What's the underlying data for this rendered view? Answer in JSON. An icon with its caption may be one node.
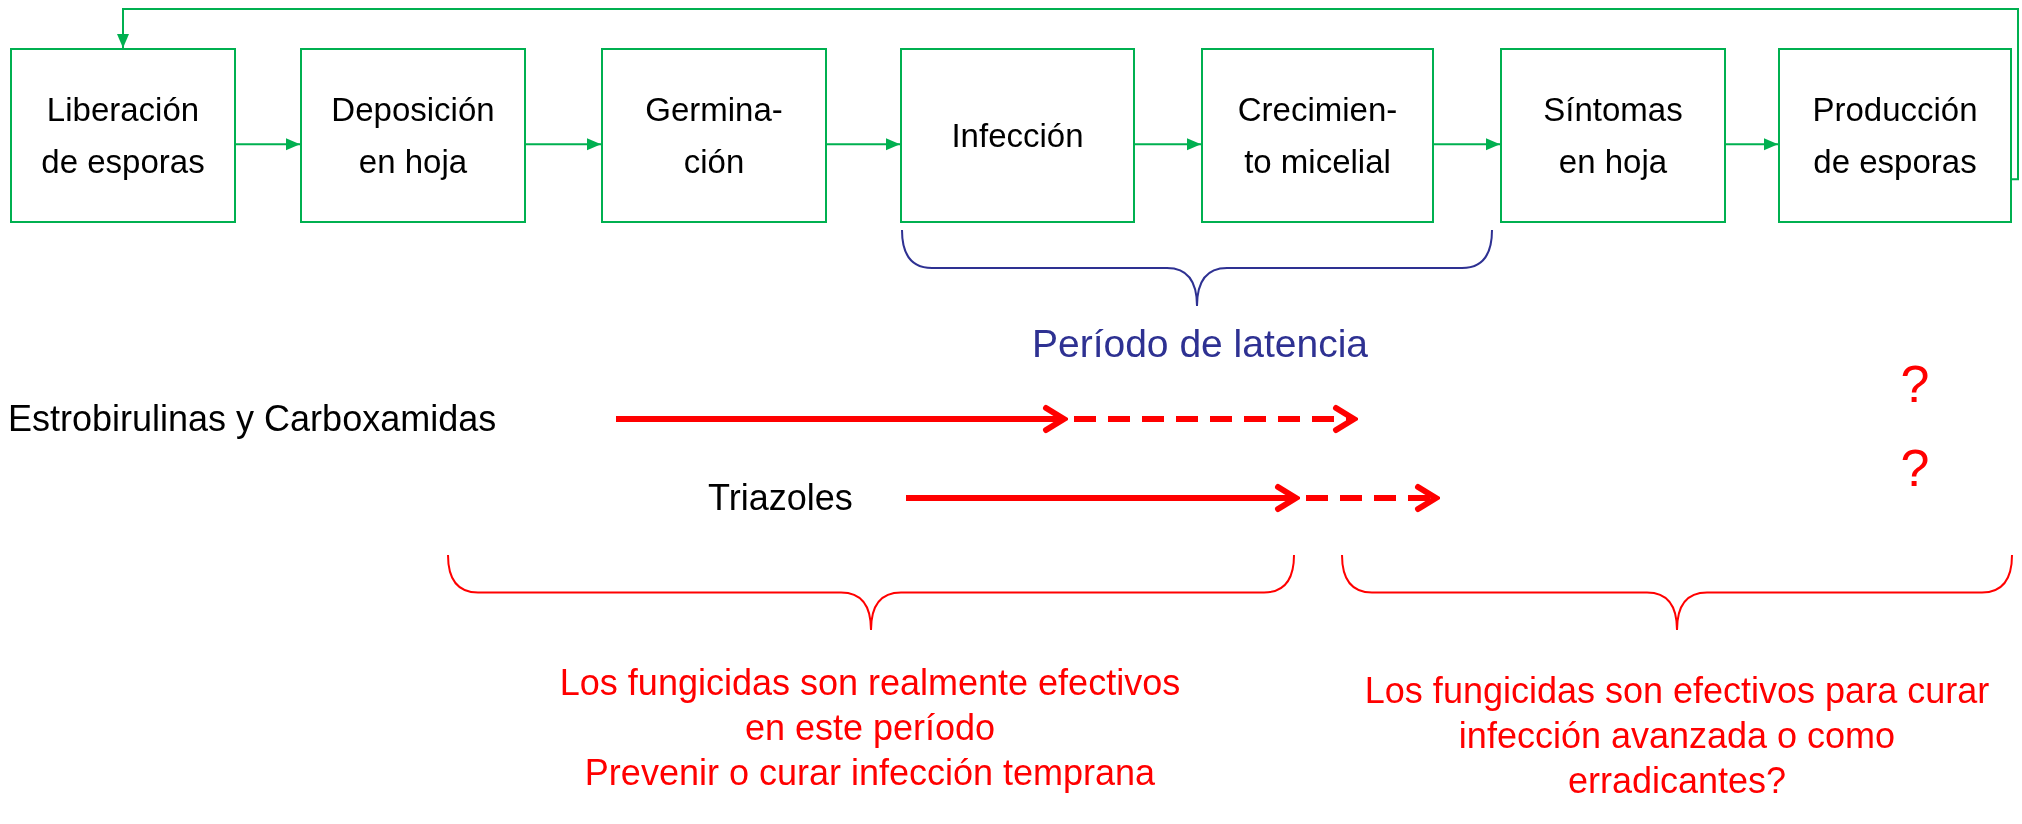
{
  "diagram": {
    "nodes": [
      {
        "text": [
          "Liberación de esporas"
        ]
      },
      {
        "text": [
          "Deposición en hoja"
        ]
      },
      {
        "text": [
          "Germina- ción"
        ]
      },
      {
        "text": [
          "Infección"
        ]
      },
      {
        "text": [
          "Crecimien- to micelial"
        ]
      },
      {
        "text": [
          "Síntomas en hoja"
        ]
      },
      {
        "text": [
          "Producción de esporas"
        ]
      },
      {
        "text": [
          "Estrobirulinas y Carboxamidas"
        ]
      },
      {
        "text": [
          "Triazoles"
        ]
      }
    ],
    "edges": [
      {
        "from": 0,
        "to": 1,
        "arrow": "to"
      },
      {
        "from": 1,
        "to": 2,
        "arrow": "to"
      },
      {
        "from": 2,
        "to": 3,
        "arrow": "to"
      },
      {
        "from": 3,
        "to": 4,
        "arrow": "to"
      },
      {
        "from": 4,
        "to": 5,
        "arrow": "to"
      },
      {
        "from": 5,
        "to": 6,
        "arrow": "to"
      },
      {
        "from": 6,
        "to": 0,
        "arrow": "to"
      },
      {
        "from": 7,
        "to": null,
        "arrow": "to",
        "style": "thick",
        "color": "#ff0000"
      },
      {
        "from": 8,
        "to": null,
        "arrow": "to",
        "style": "thick",
        "color": "#ff0000"
      }
    ],
    "labels": [
      "Período de latencia",
      "?",
      "?",
      "Los fungicidas son realmente efectivos en este período",
      "Prevenir o curar infección temprana",
      "Los fungicidas son efectivos para curar infección avanzada o como erradicantes?"
    ]
  }
}
